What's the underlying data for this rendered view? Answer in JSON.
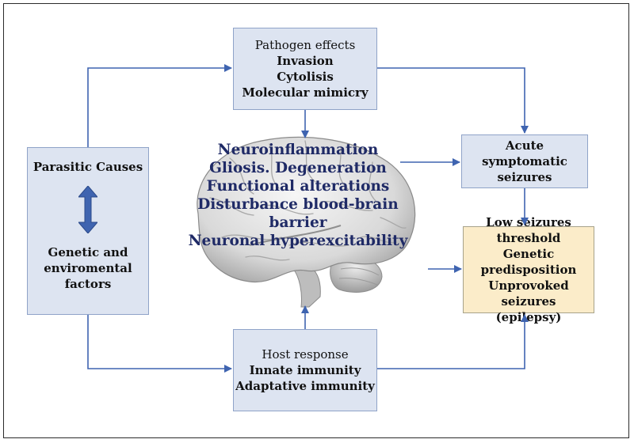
{
  "pathogen": {
    "title": "Pathogen effects",
    "items": [
      "Invasion",
      "Cytolisis",
      "Molecular mimicry"
    ]
  },
  "parasitic": {
    "top": "Parasitic Causes",
    "bottom": "Genetic and enviromental factors"
  },
  "brain": {
    "lines": [
      "Neuroinflammation",
      "Gliosis. Degeneration",
      "Functional alterations",
      "Disturbance blood-brain",
      "barrier",
      "Neuronal hyperexcitability"
    ]
  },
  "acute": {
    "label": "Acute symptomatic seizures"
  },
  "epilepsy": {
    "line1": "Low seizures threshold",
    "line2": "Genetic predisposition",
    "line3": "Unprovoked seizures",
    "line4": "(epilepsy)"
  },
  "host": {
    "title": "Host response",
    "items": [
      "Innate immunity",
      "Adaptative immunity"
    ]
  },
  "colors": {
    "box_fill": "#dde4f1",
    "epilepsy_fill": "#fbecc9",
    "arrow": "#3f64b0",
    "brain_text": "#1f2a66"
  }
}
